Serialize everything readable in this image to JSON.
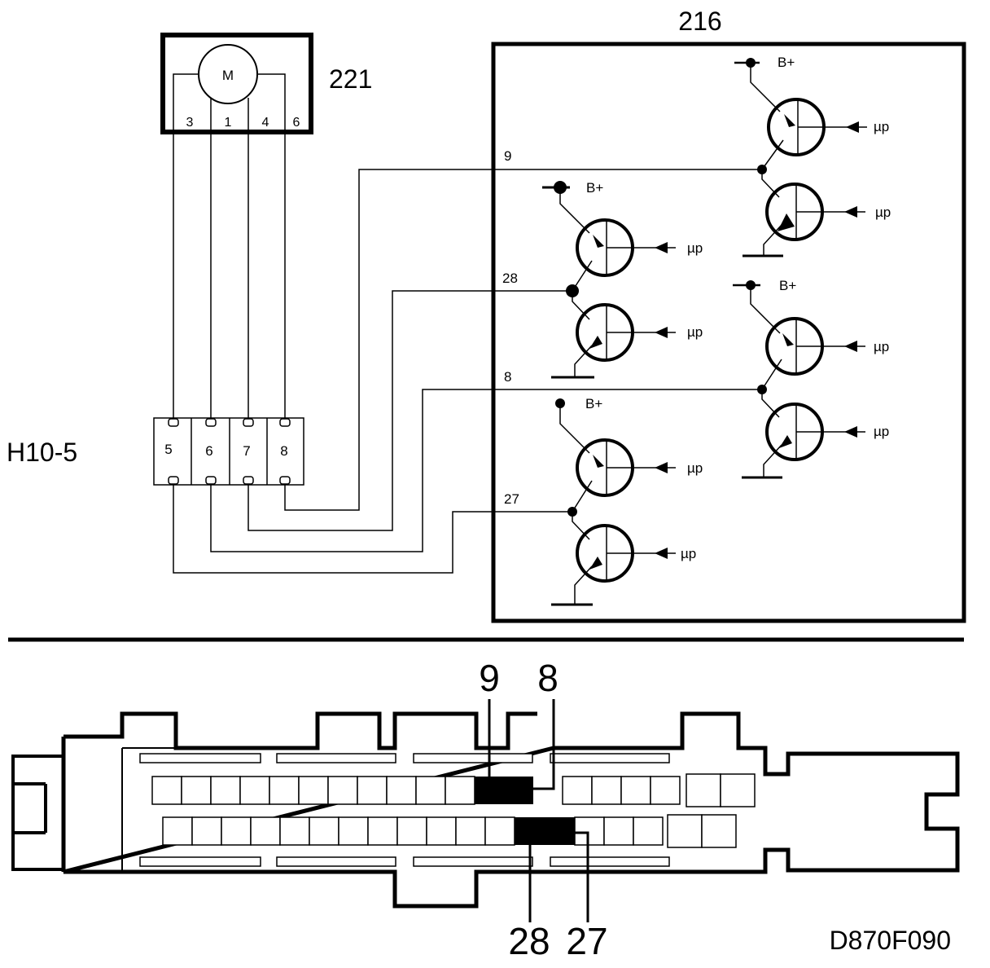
{
  "diagram": {
    "motor_unit": {
      "ref": "221",
      "symbol": "M",
      "pins": [
        "3",
        "1",
        "4",
        "6"
      ]
    },
    "connector": {
      "ref": "H10-5",
      "pins": [
        "5",
        "6",
        "7",
        "8"
      ]
    },
    "control_module": {
      "ref": "216",
      "wires": [
        "9",
        "28",
        "8",
        "27"
      ],
      "supply_label": "B+",
      "input_label": "µp"
    },
    "ecu_connector": {
      "top_callouts": [
        "9",
        "8"
      ],
      "bottom_callouts": [
        "28",
        "27"
      ]
    },
    "figure_code": "D870F090"
  }
}
